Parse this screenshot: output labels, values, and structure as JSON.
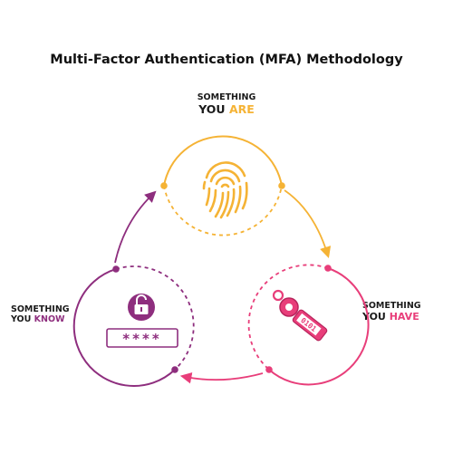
{
  "title": "Multi-Factor Authentication (MFA) Methodology",
  "factors": {
    "are": {
      "line1": "SOMETHING",
      "you": "YOU",
      "keyword": "ARE",
      "color": "#f5b335",
      "icon": "fingerprint-icon"
    },
    "have": {
      "line1": "SOMETHING",
      "you": "YOU",
      "keyword": "HAVE",
      "color": "#e83e7a",
      "icon": "key-fob-icon",
      "fob_text": "0101"
    },
    "know": {
      "line1": "SOMETHING",
      "you": "YOU",
      "keyword": "KNOW",
      "color": "#8e2e7e",
      "icon": "padlock-icon",
      "password_mask": "****"
    }
  }
}
